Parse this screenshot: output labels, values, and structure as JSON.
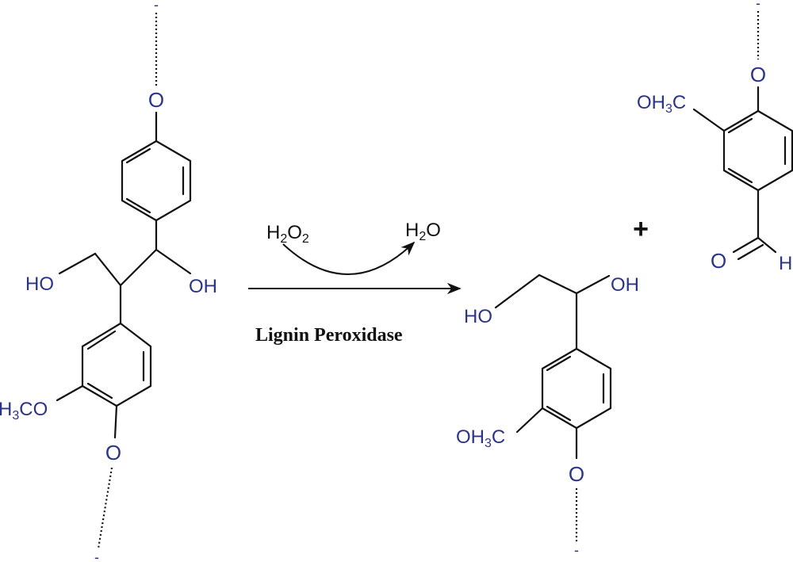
{
  "reaction": {
    "enzyme": "Lignin Peroxidase",
    "reagent_in": {
      "base": "H",
      "sub1": "2",
      "mid": "O",
      "sub2": "2"
    },
    "reagent_out": {
      "base": "H",
      "sub1": "2",
      "mid": "O"
    },
    "plus": "+"
  },
  "substrate": {
    "ether_top": "O",
    "ho_left": "HO",
    "oh_right": "OH",
    "methoxy": "H3CO",
    "ether_bottom": "O",
    "chain_end_top": "-",
    "chain_end_bottom": "-"
  },
  "product_1": {
    "ho": "HO",
    "oh": "OH",
    "methoxy": "OH3C",
    "ether": "O",
    "chain_end": "-"
  },
  "product_2": {
    "ether": "O",
    "methoxy": "OH3C",
    "carbonyl_o": "O",
    "aldehyde_h": "H",
    "chain_end": "-"
  },
  "colors": {
    "atoms": "#2b3487",
    "bonds": "#111111"
  }
}
